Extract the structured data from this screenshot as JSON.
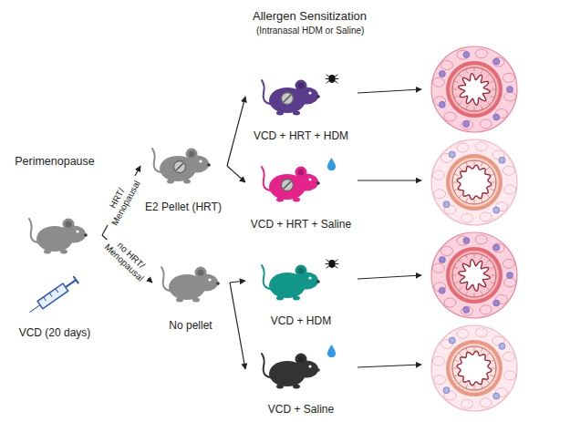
{
  "diagram": {
    "nodes": [
      {
        "text": [
          "Perimenopause",
          "VCD (20 days)"
        ]
      },
      {
        "text": [
          "E2 Pellet (HRT)"
        ]
      },
      {
        "text": [
          "No pellet"
        ]
      },
      {
        "text": [
          "VCD + HRT + HDM"
        ]
      },
      {
        "text": [
          "VCD + HRT + Saline"
        ]
      },
      {
        "text": [
          "VCD + HDM"
        ]
      },
      {
        "text": [
          "VCD + Saline"
        ]
      }
    ],
    "edges": [
      {
        "from": 0,
        "to": 1,
        "arrow": "to",
        "label": "HRT/ Menopausal"
      },
      {
        "from": 0,
        "to": 2,
        "arrow": "to",
        "label": "no HRT/ Menopausal"
      },
      {
        "from": 1,
        "to": 3,
        "arrow": "to"
      },
      {
        "from": 1,
        "to": 4,
        "arrow": "to"
      },
      {
        "from": 2,
        "to": 5,
        "arrow": "to"
      },
      {
        "from": 2,
        "to": 6,
        "arrow": "to"
      }
    ],
    "labels": [
      "Allergen Sensitization",
      "(Intranasal HDM or Saline)"
    ]
  }
}
